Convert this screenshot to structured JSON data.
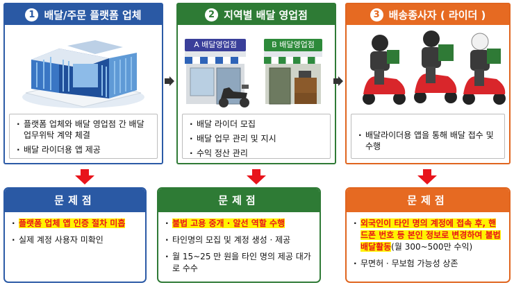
{
  "columns": [
    {
      "number": "1",
      "title": "배달/주문 플랫폼 업체",
      "items": [
        "플랫폼 업체와 배달 영업점 간 배달업무위탁 계약 체결",
        "배달 라이더용 앱 제공"
      ]
    },
    {
      "number": "2",
      "title": "지역별 배달 영업점",
      "shop_a": "A 배달영업점",
      "shop_b": "B 배달영업점",
      "items": [
        "배달 라이더 모집",
        "배달 업무 관리 및 지시",
        "수익 정산 관리"
      ]
    },
    {
      "number": "3",
      "title": "배송종사자 ( 라이더 )",
      "items": [
        "배달라이더용 앱을 통해 배달 접수 및 수행"
      ]
    }
  ],
  "problems": [
    {
      "title": "문제점",
      "items": [
        {
          "text": "플랫폼 업체 앱 인증 절차 미흡",
          "highlight": true
        },
        {
          "text": "실제 계정 사용자 미확인",
          "highlight": false
        }
      ]
    },
    {
      "title": "문제점",
      "items": [
        {
          "text": "불법 고용 중개 · 알선 역할 수행",
          "highlight": true
        },
        {
          "text": "타인명의 모집 및 계정 생성 · 제공",
          "highlight": false
        },
        {
          "text": "월 15~25 만 원을 타인 명의 제공 대가로 수수",
          "highlight": false
        }
      ]
    },
    {
      "title": "문제점",
      "items": [
        {
          "text": "외국인이 타인 명의 계정에 접속 후, 핸드폰 번호 등 본인 정보로 변경하여 불법 배달활동",
          "suffix": "(월 300~500만 수익)",
          "highlight": true
        },
        {
          "text": "무면허 · 무보험 가능성 상존",
          "highlight": false
        }
      ]
    }
  ],
  "colors": {
    "blue": "#2a59a4",
    "green": "#2e7b35",
    "orange": "#e66a22",
    "arrow_red": "#e8141b",
    "highlight": "#fff200"
  }
}
